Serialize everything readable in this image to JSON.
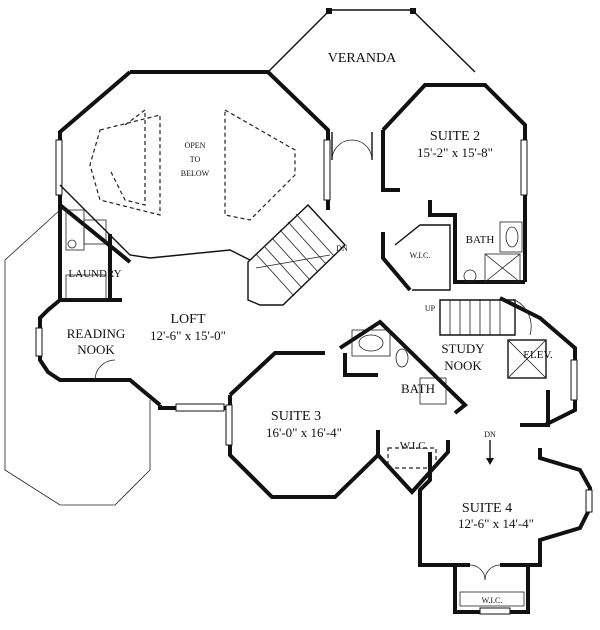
{
  "rooms": {
    "veranda": {
      "name": "VERANDA"
    },
    "open_to_below": {
      "line1": "OPEN",
      "line2": "TO",
      "line3": "BELOW"
    },
    "suite2": {
      "name": "SUITE 2",
      "dims": "15'-2\" x 15'-8\""
    },
    "bath_upper": {
      "name": "BATH"
    },
    "wic_upper": {
      "name": "W.I.C."
    },
    "laundry": {
      "name": "LAUNDRY"
    },
    "loft": {
      "name": "LOFT",
      "dims": "12'-6\" x 15'-0\""
    },
    "reading_nook": {
      "line1": "READING",
      "line2": "NOOK"
    },
    "study_nook": {
      "line1": "STUDY",
      "line2": "NOOK"
    },
    "elev": {
      "name": "ELEV."
    },
    "bath_mid": {
      "name": "BATH"
    },
    "suite3": {
      "name": "SUITE 3",
      "dims": "16'-0\" x 16'-4\""
    },
    "wic_mid": {
      "name": "W.I.C."
    },
    "suite4": {
      "name": "SUITE 4",
      "dims": "12'-6\" x 14'-4\""
    },
    "wic_lower": {
      "name": "W.I.C."
    }
  },
  "stairs": {
    "main_dn": "DN",
    "up": "UP",
    "lower_dn": "DN"
  }
}
